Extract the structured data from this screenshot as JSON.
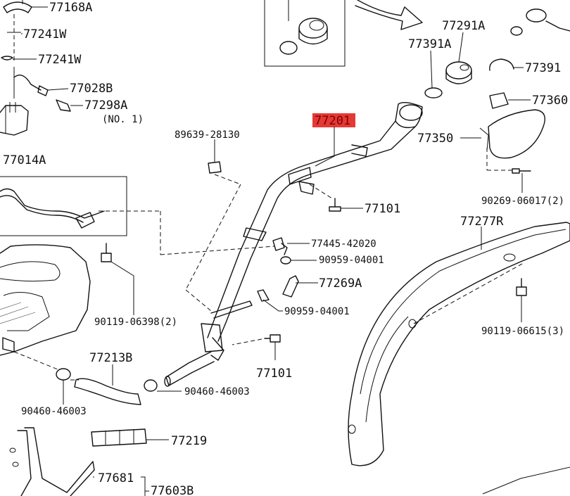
{
  "diagram": {
    "highlight_color": "#e53935",
    "selected_part": "77201",
    "labels": {
      "p77168A": "77168A",
      "p77241W_1": "77241W",
      "p77241W_2": "77241W",
      "p77028B": "77028B",
      "p77298A": "77298A",
      "p77298A_note": "(NO. 1)",
      "p77014A": "77014A",
      "p89639": "89639-28130",
      "p77201": "77201",
      "p77291A": "77291A",
      "p77391A": "77391A",
      "p77391": "77391",
      "p77360": "77360",
      "p77350": "77350",
      "p90269": "90269-06017(2)",
      "p77101_1": "77101",
      "p77445": "77445-42020",
      "p90959_1": "90959-04001",
      "p77269A": "77269A",
      "p90959_2": "90959-04001",
      "p77277R": "77277R",
      "p90119_1": "90119-06398(2)",
      "p90119_2": "90119-06615(3)",
      "p77213B": "77213B",
      "p77101_2": "77101",
      "p90460_1": "90460-46003",
      "p90460_2": "90460-46003",
      "p77219": "77219",
      "p77681": "77681",
      "p77603B": "77603B"
    }
  }
}
